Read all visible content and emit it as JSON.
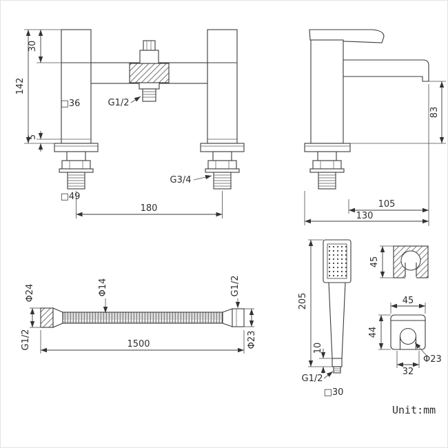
{
  "unit_label": "Unit:mm",
  "colors": {
    "line": "#3a3a3a",
    "text": "#2e2e2e",
    "background": "#ffffff"
  },
  "front_view": {
    "handle_height": "30",
    "body_height": "142",
    "base_step": "5",
    "body_section": "□36",
    "outlet_thread": "G1/2",
    "base_section": "□49",
    "inlet_thread": "G3/4",
    "hole_centres": "180"
  },
  "side_view": {
    "spout_height": "83",
    "spout_reach": "105",
    "overall_depth": "130"
  },
  "hose": {
    "nut_diameter": "Φ24",
    "hose_diameter": "Φ14",
    "thread_right": "G1/2",
    "thread_left": "G1/2",
    "end_diameter": "Φ23",
    "length": "1500"
  },
  "handset": {
    "overall_length": "205",
    "connector_height": "10",
    "thread": "G1/2",
    "head_section": "□30"
  },
  "bracket": {
    "top_depth": "45",
    "front_width": "45",
    "front_height": "44",
    "hole_diameter": "Φ23",
    "slot_width": "32"
  }
}
